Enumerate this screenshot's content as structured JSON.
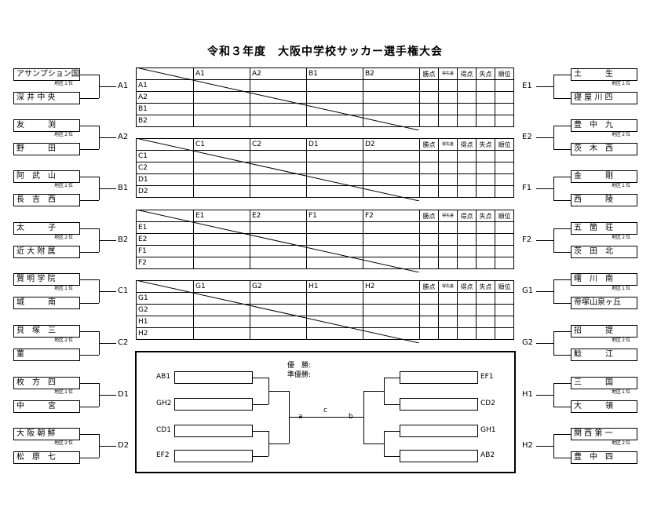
{
  "title": "令和３年度　大阪中学校サッカー選手権大会",
  "left_groups": [
    {
      "code": "A1",
      "team1": "アサンプション国際",
      "rank": "地区１位",
      "team2": "深 井 中 央"
    },
    {
      "code": "A2",
      "team1": "友　　　渕",
      "rank": "地区２位",
      "team2": "野　　　田"
    },
    {
      "code": "B1",
      "team1": "阿　武　山",
      "rank": "地区１位",
      "team2": "長　吉　西"
    },
    {
      "code": "B2",
      "team1": "太　　　子",
      "rank": "地区２位",
      "team2": "近 大 附 属"
    },
    {
      "code": "C1",
      "team1": "賢 明 学 院",
      "rank": "地区１位",
      "team2": "城　　　南"
    },
    {
      "code": "C2",
      "team1": "貝　塚　三",
      "rank": "地区２位",
      "team2": "菫"
    },
    {
      "code": "D1",
      "team1": "枚　方　四",
      "rank": "地区１位",
      "team2": "中　　　宮"
    },
    {
      "code": "D2",
      "team1": "大 阪 朝 鮮",
      "rank": "地区２位",
      "team2": "松　原　七"
    }
  ],
  "right_groups": [
    {
      "code": "E1",
      "team1": "土　　　生",
      "rank": "地区１位",
      "team2": "寝 屋 川 四"
    },
    {
      "code": "E2",
      "team1": "豊　中　九",
      "rank": "地区２位",
      "team2": "茨　木　西"
    },
    {
      "code": "F1",
      "team1": "金　　　剛",
      "rank": "地区１位",
      "team2": "西　　　陵"
    },
    {
      "code": "F2",
      "team1": "五　箇　荘",
      "rank": "地区２位",
      "team2": "茨　田　北"
    },
    {
      "code": "G1",
      "team1": "曙　川　南",
      "rank": "地区１位",
      "team2": "帝塚山泉ヶ丘"
    },
    {
      "code": "G2",
      "team1": "招　　　提",
      "rank": "地区２位",
      "team2": "鯰　　　江"
    },
    {
      "code": "H1",
      "team1": "三　　　国",
      "rank": "地区１位",
      "team2": "大　　　領"
    },
    {
      "code": "H2",
      "team1": "関 西 第 一",
      "rank": "地区２位",
      "team2": "豊　中　四"
    }
  ],
  "league_tables": [
    {
      "teams": [
        "A1",
        "A2",
        "B1",
        "B2"
      ]
    },
    {
      "teams": [
        "C1",
        "C2",
        "D1",
        "D2"
      ]
    },
    {
      "teams": [
        "E1",
        "E2",
        "F1",
        "F2"
      ]
    },
    {
      "teams": [
        "G1",
        "G2",
        "H1",
        "H2"
      ]
    }
  ],
  "stat_headers": [
    "勝点",
    "得失差",
    "得点",
    "失点",
    "順位"
  ],
  "bracket": {
    "champion_label": "優　勝:",
    "runnerup_label": "準優勝:",
    "left_slots": [
      "AB1",
      "GH2",
      "CD1",
      "EF2"
    ],
    "right_slots": [
      "EF1",
      "CD2",
      "GH1",
      "AB2"
    ],
    "match_a": "a",
    "match_b": "b",
    "match_c": "c"
  }
}
